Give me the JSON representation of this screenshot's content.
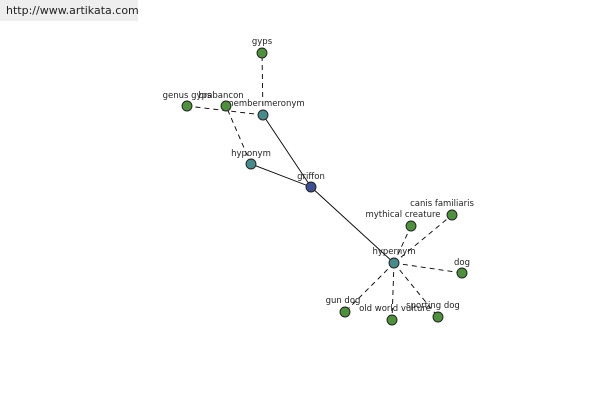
{
  "url_text": "http://www.artikata.com",
  "colors": {
    "root_node": "#3f4f8e",
    "relation_node": "#4a8a8a",
    "leaf_node": "#4f8f3f",
    "edge": "#000000"
  },
  "graph": {
    "nodes": [
      {
        "id": "griffon",
        "label": "griffon",
        "kind": "root"
      },
      {
        "id": "member-meronym",
        "label": "member meronym",
        "kind": "relation"
      },
      {
        "id": "hyponym",
        "label": "hyponym",
        "kind": "relation"
      },
      {
        "id": "hypernym",
        "label": "hypernym",
        "kind": "relation"
      },
      {
        "id": "gyps",
        "label": "gyps",
        "kind": "leaf"
      },
      {
        "id": "genus-gyps",
        "label": "genus gyps",
        "kind": "leaf"
      },
      {
        "id": "brabancon",
        "label": "brabancon",
        "kind": "leaf"
      },
      {
        "id": "mythical-creature",
        "label": "mythical creature",
        "kind": "leaf"
      },
      {
        "id": "canis-familiaris",
        "label": "canis familiaris",
        "kind": "leaf"
      },
      {
        "id": "dog",
        "label": "dog",
        "kind": "leaf"
      },
      {
        "id": "gun-dog",
        "label": "gun dog",
        "kind": "leaf"
      },
      {
        "id": "old-world-vulture",
        "label": "old world vulture",
        "kind": "leaf"
      },
      {
        "id": "sporting-dog",
        "label": "sporting dog",
        "kind": "leaf"
      }
    ],
    "edges": [
      {
        "from": "griffon",
        "to": "member-meronym",
        "style": "solid"
      },
      {
        "from": "griffon",
        "to": "hyponym",
        "style": "solid"
      },
      {
        "from": "griffon",
        "to": "hypernym",
        "style": "solid"
      },
      {
        "from": "member-meronym",
        "to": "gyps",
        "style": "dashed"
      },
      {
        "from": "member-meronym",
        "to": "genus-gyps",
        "style": "dashed"
      },
      {
        "from": "hyponym",
        "to": "brabancon",
        "style": "dashed"
      },
      {
        "from": "hypernym",
        "to": "mythical-creature",
        "style": "dashed"
      },
      {
        "from": "hypernym",
        "to": "canis-familiaris",
        "style": "dashed"
      },
      {
        "from": "hypernym",
        "to": "dog",
        "style": "dashed"
      },
      {
        "from": "hypernym",
        "to": "gun-dog",
        "style": "dashed"
      },
      {
        "from": "hypernym",
        "to": "old-world-vulture",
        "style": "dashed"
      },
      {
        "from": "hypernym",
        "to": "sporting-dog",
        "style": "dashed"
      }
    ]
  }
}
